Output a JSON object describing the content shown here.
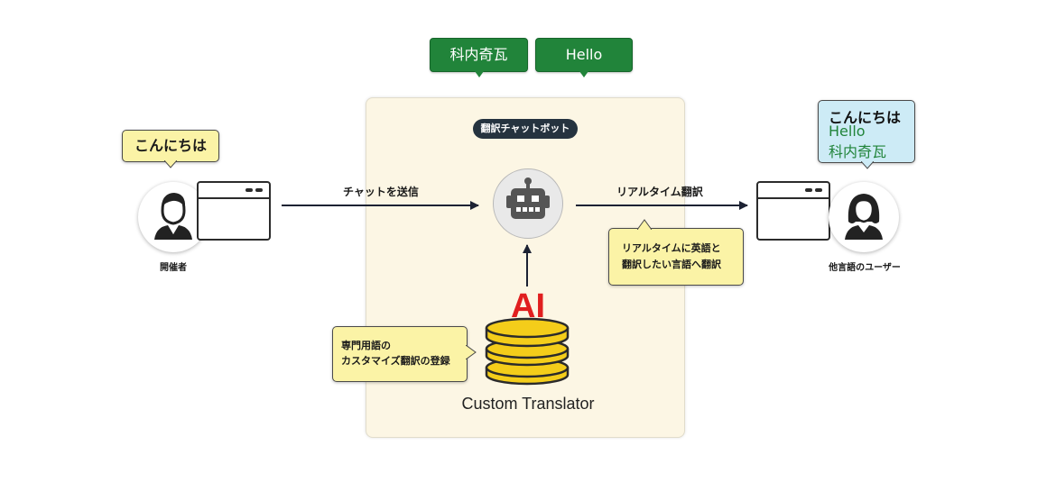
{
  "green_bubbles": [
    "科内奇瓦",
    "Hello"
  ],
  "panel": {
    "pill_label": "翻訳チャットボット",
    "db_label": "Custom Translator",
    "ai_label": "AI"
  },
  "developer": {
    "bubble": "こんにちは",
    "label": "開催者"
  },
  "arrows": {
    "send": "チャットを送信",
    "realtime": "リアルタイム翻訳"
  },
  "realtime_note": [
    "リアルタイムに英語と",
    "翻訳したい言語へ翻訳"
  ],
  "custom_note": [
    "専門用語の",
    "カスタマイズ翻訳の登録"
  ],
  "other_user": {
    "bubble_lines": [
      "こんにちは",
      "Hello",
      "科内奇瓦"
    ],
    "label": "他言語のユーザー"
  },
  "colors": {
    "green": "#21843a",
    "note_yellow": "#fbf3a6",
    "panel_bg": "#fcf6e4",
    "blue_bubble": "#cdebf6",
    "ai_red": "#e01f1f",
    "db_gold": "#f4cd1a",
    "navy": "#25333f"
  }
}
